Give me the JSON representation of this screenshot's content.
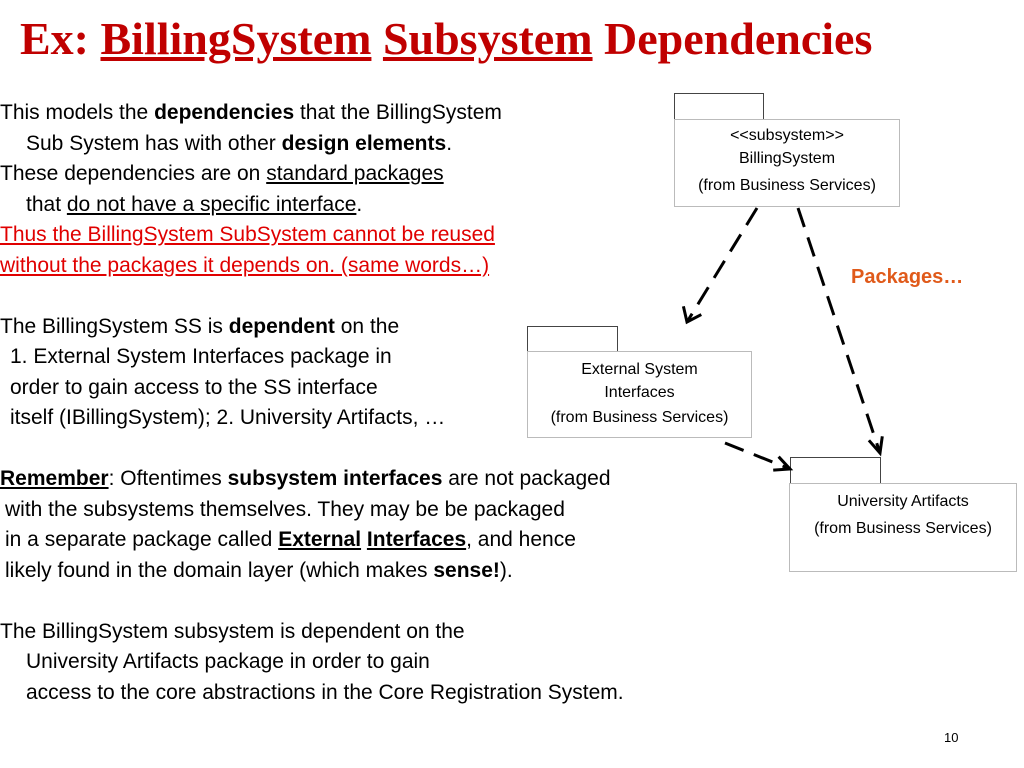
{
  "title": {
    "prefix": "Ex:",
    "word1": "BillingSystem",
    "word2": "Subsystem",
    "word3": "Dependencies"
  },
  "paragraph1": {
    "l1a": "This models the ",
    "l1b": "dependencies",
    "l1c": " that the BillingSystem",
    "l2a": "Sub System has with other ",
    "l2b": "design elements",
    "l2c": ".",
    "l3a": "These dependencies are on ",
    "l3b": "standard packages",
    "l4a": "that ",
    "l4b": "do not have a specific interface",
    "l4c": ".",
    "l5": "Thus the BillingSystem SubSystem cannot be reused",
    "l6": " without the packages it depends on.  (same words…)"
  },
  "paragraph2": {
    "l1a": "The BillingSystem SS is ",
    "l1b": "dependent",
    "l1c": " on the",
    "l2": "1.  External System Interfaces package in",
    "l3": "order to gain access to the SS interface",
    "l4": "itself (IBillingSystem); 2.  University Artifacts, …"
  },
  "paragraph3": {
    "l1a": "Remember",
    "l1b": ":  Oftentimes ",
    "l1c": "subsystem interfaces",
    "l1d": " are not packaged",
    "l2": "with the subsystems themselves.  They may be be packaged",
    "l3a": "in a separate package called ",
    "l3b": "External",
    "l3c": " ",
    "l3d": "Interfaces",
    "l3e": ", and hence",
    "l4a": "likely found in the domain layer (which makes ",
    "l4b": "sense!",
    "l4c": ")."
  },
  "paragraph4": {
    "l1": "The BillingSystem subsystem is dependent on the",
    "l2": "University Artifacts package in order to gain",
    "l3": "access to the core abstractions in the Core Registration System."
  },
  "diagram": {
    "billing": {
      "stereotype": "<<subsystem>>",
      "name": "BillingSystem",
      "from": "(from Business Services)"
    },
    "external": {
      "name1": "External System",
      "name2": "Interfaces",
      "from": "(from Business Services)"
    },
    "university": {
      "name": "University Artifacts",
      "from": "(from Business Services)"
    },
    "packages_label": "Packages…"
  },
  "page_number": "10"
}
